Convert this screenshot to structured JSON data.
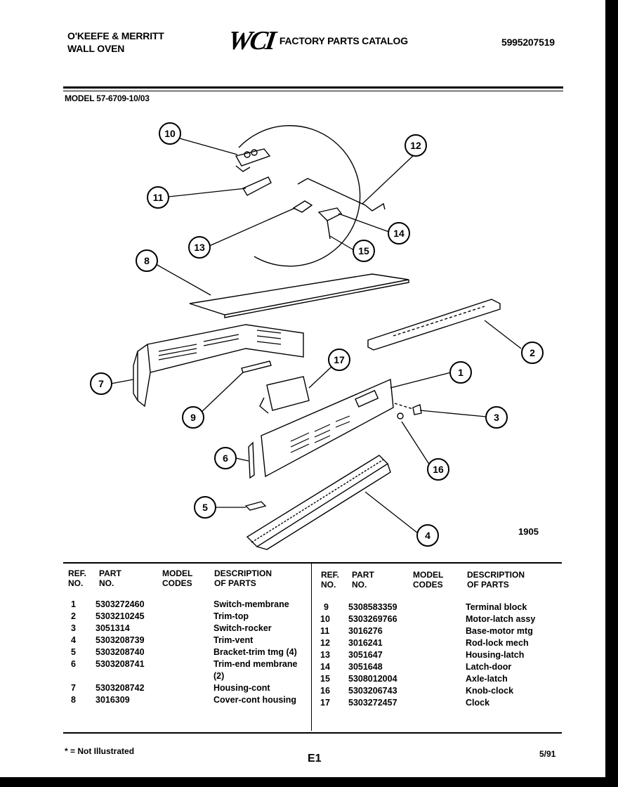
{
  "header": {
    "brand_line1": "O'KEEFE & MERRITT",
    "brand_line2": "WALL OVEN",
    "logo_text": "WCI",
    "catalog_title": "FACTORY PARTS CATALOG",
    "doc_number": "5995207519",
    "model": "MODEL 57-6709-10/03"
  },
  "diagram": {
    "figure_number": "1905",
    "callouts": [
      "1",
      "2",
      "3",
      "4",
      "5",
      "6",
      "7",
      "8",
      "9",
      "10",
      "11",
      "12",
      "13",
      "14",
      "15",
      "16",
      "17"
    ]
  },
  "table": {
    "headers": {
      "ref_1": "REF.",
      "ref_2": "NO.",
      "part_1": "PART",
      "part_2": "NO.",
      "model_1": "MODEL",
      "model_2": "CODES",
      "desc_1": "DESCRIPTION",
      "desc_2": "OF PARTS"
    },
    "left": [
      {
        "ref": "1",
        "part": "5303272460",
        "desc": "Switch-membrane"
      },
      {
        "ref": "2",
        "part": "5303210245",
        "desc": "Trim-top"
      },
      {
        "ref": "3",
        "part": "3051314",
        "desc": "Switch-rocker"
      },
      {
        "ref": "4",
        "part": "5303208739",
        "desc": "Trim-vent"
      },
      {
        "ref": "5",
        "part": "5303208740",
        "desc": "Bracket-trim tmg (4)"
      },
      {
        "ref": "6",
        "part": "5303208741",
        "desc": "Trim-end membrane"
      },
      {
        "ref": "",
        "part": "",
        "desc": "(2)"
      },
      {
        "ref": "7",
        "part": "5303208742",
        "desc": "Housing-cont"
      },
      {
        "ref": "8",
        "part": "3016309",
        "desc": "Cover-cont housing"
      }
    ],
    "right": [
      {
        "ref": "9",
        "part": "5308583359",
        "desc": "Terminal block"
      },
      {
        "ref": "10",
        "part": "5303269766",
        "desc": "Motor-latch assy"
      },
      {
        "ref": "11",
        "part": "3016276",
        "desc": "Base-motor mtg"
      },
      {
        "ref": "12",
        "part": "3016241",
        "desc": "Rod-lock mech"
      },
      {
        "ref": "13",
        "part": "3051647",
        "desc": "Housing-latch"
      },
      {
        "ref": "14",
        "part": "3051648",
        "desc": "Latch-door"
      },
      {
        "ref": "15",
        "part": "5308012004",
        "desc": "Axle-latch"
      },
      {
        "ref": "16",
        "part": "5303206743",
        "desc": "Knob-clock"
      },
      {
        "ref": "17",
        "part": "5303272457",
        "desc": "Clock"
      }
    ]
  },
  "footer": {
    "footnote": "* = Not Illustrated",
    "page_id": "E1",
    "revision": "5/91"
  }
}
